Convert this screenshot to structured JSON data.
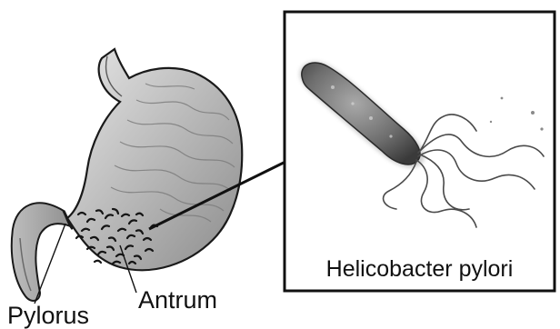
{
  "labels": {
    "antrum": "Antrum",
    "pylorus": "Pylorus"
  },
  "inset": {
    "caption": "Helicobacter pylori"
  },
  "colors": {
    "ink": "#111111",
    "stomach_shade": "#9a9a9a",
    "stomach_light": "#cfcfcf",
    "bacterium_body": "#6e6e6e"
  }
}
